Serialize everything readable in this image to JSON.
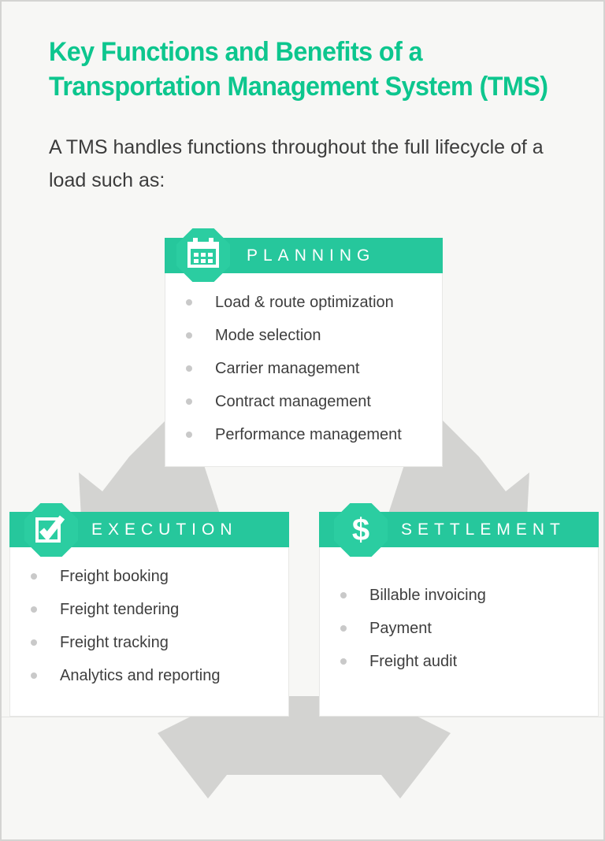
{
  "infographic": {
    "title_line1": "Key Functions and Benefits of a",
    "title_line2": "Transportation Management System (TMS)",
    "intro": "A TMS handles functions throughout the full lifecycle of a load such as:"
  },
  "cards": [
    {
      "label": "PLANNING",
      "icon": "calendar-icon",
      "items": [
        "Load & route optimization",
        "Mode selection",
        "Carrier management",
        "Contract management",
        "Performance management"
      ]
    },
    {
      "label": "EXECUTION",
      "icon": "checkmark-box-icon",
      "items": [
        "Freight booking",
        "Freight tendering",
        "Freight tracking",
        "Analytics and reporting"
      ]
    },
    {
      "label": "SETTLEMENT",
      "icon": "dollar-icon",
      "dollar_glyph": "$",
      "items": [
        "Billable invoicing",
        "Payment",
        "Freight audit"
      ]
    }
  ],
  "colors": {
    "accent_green": "#26c79c",
    "badge_green": "#2bcda1",
    "title_green": "#0dc68e",
    "arrow_gray": "#d3d3d1",
    "text_gray": "#3e3e3e",
    "bullet_gray": "#c9c9c9"
  }
}
